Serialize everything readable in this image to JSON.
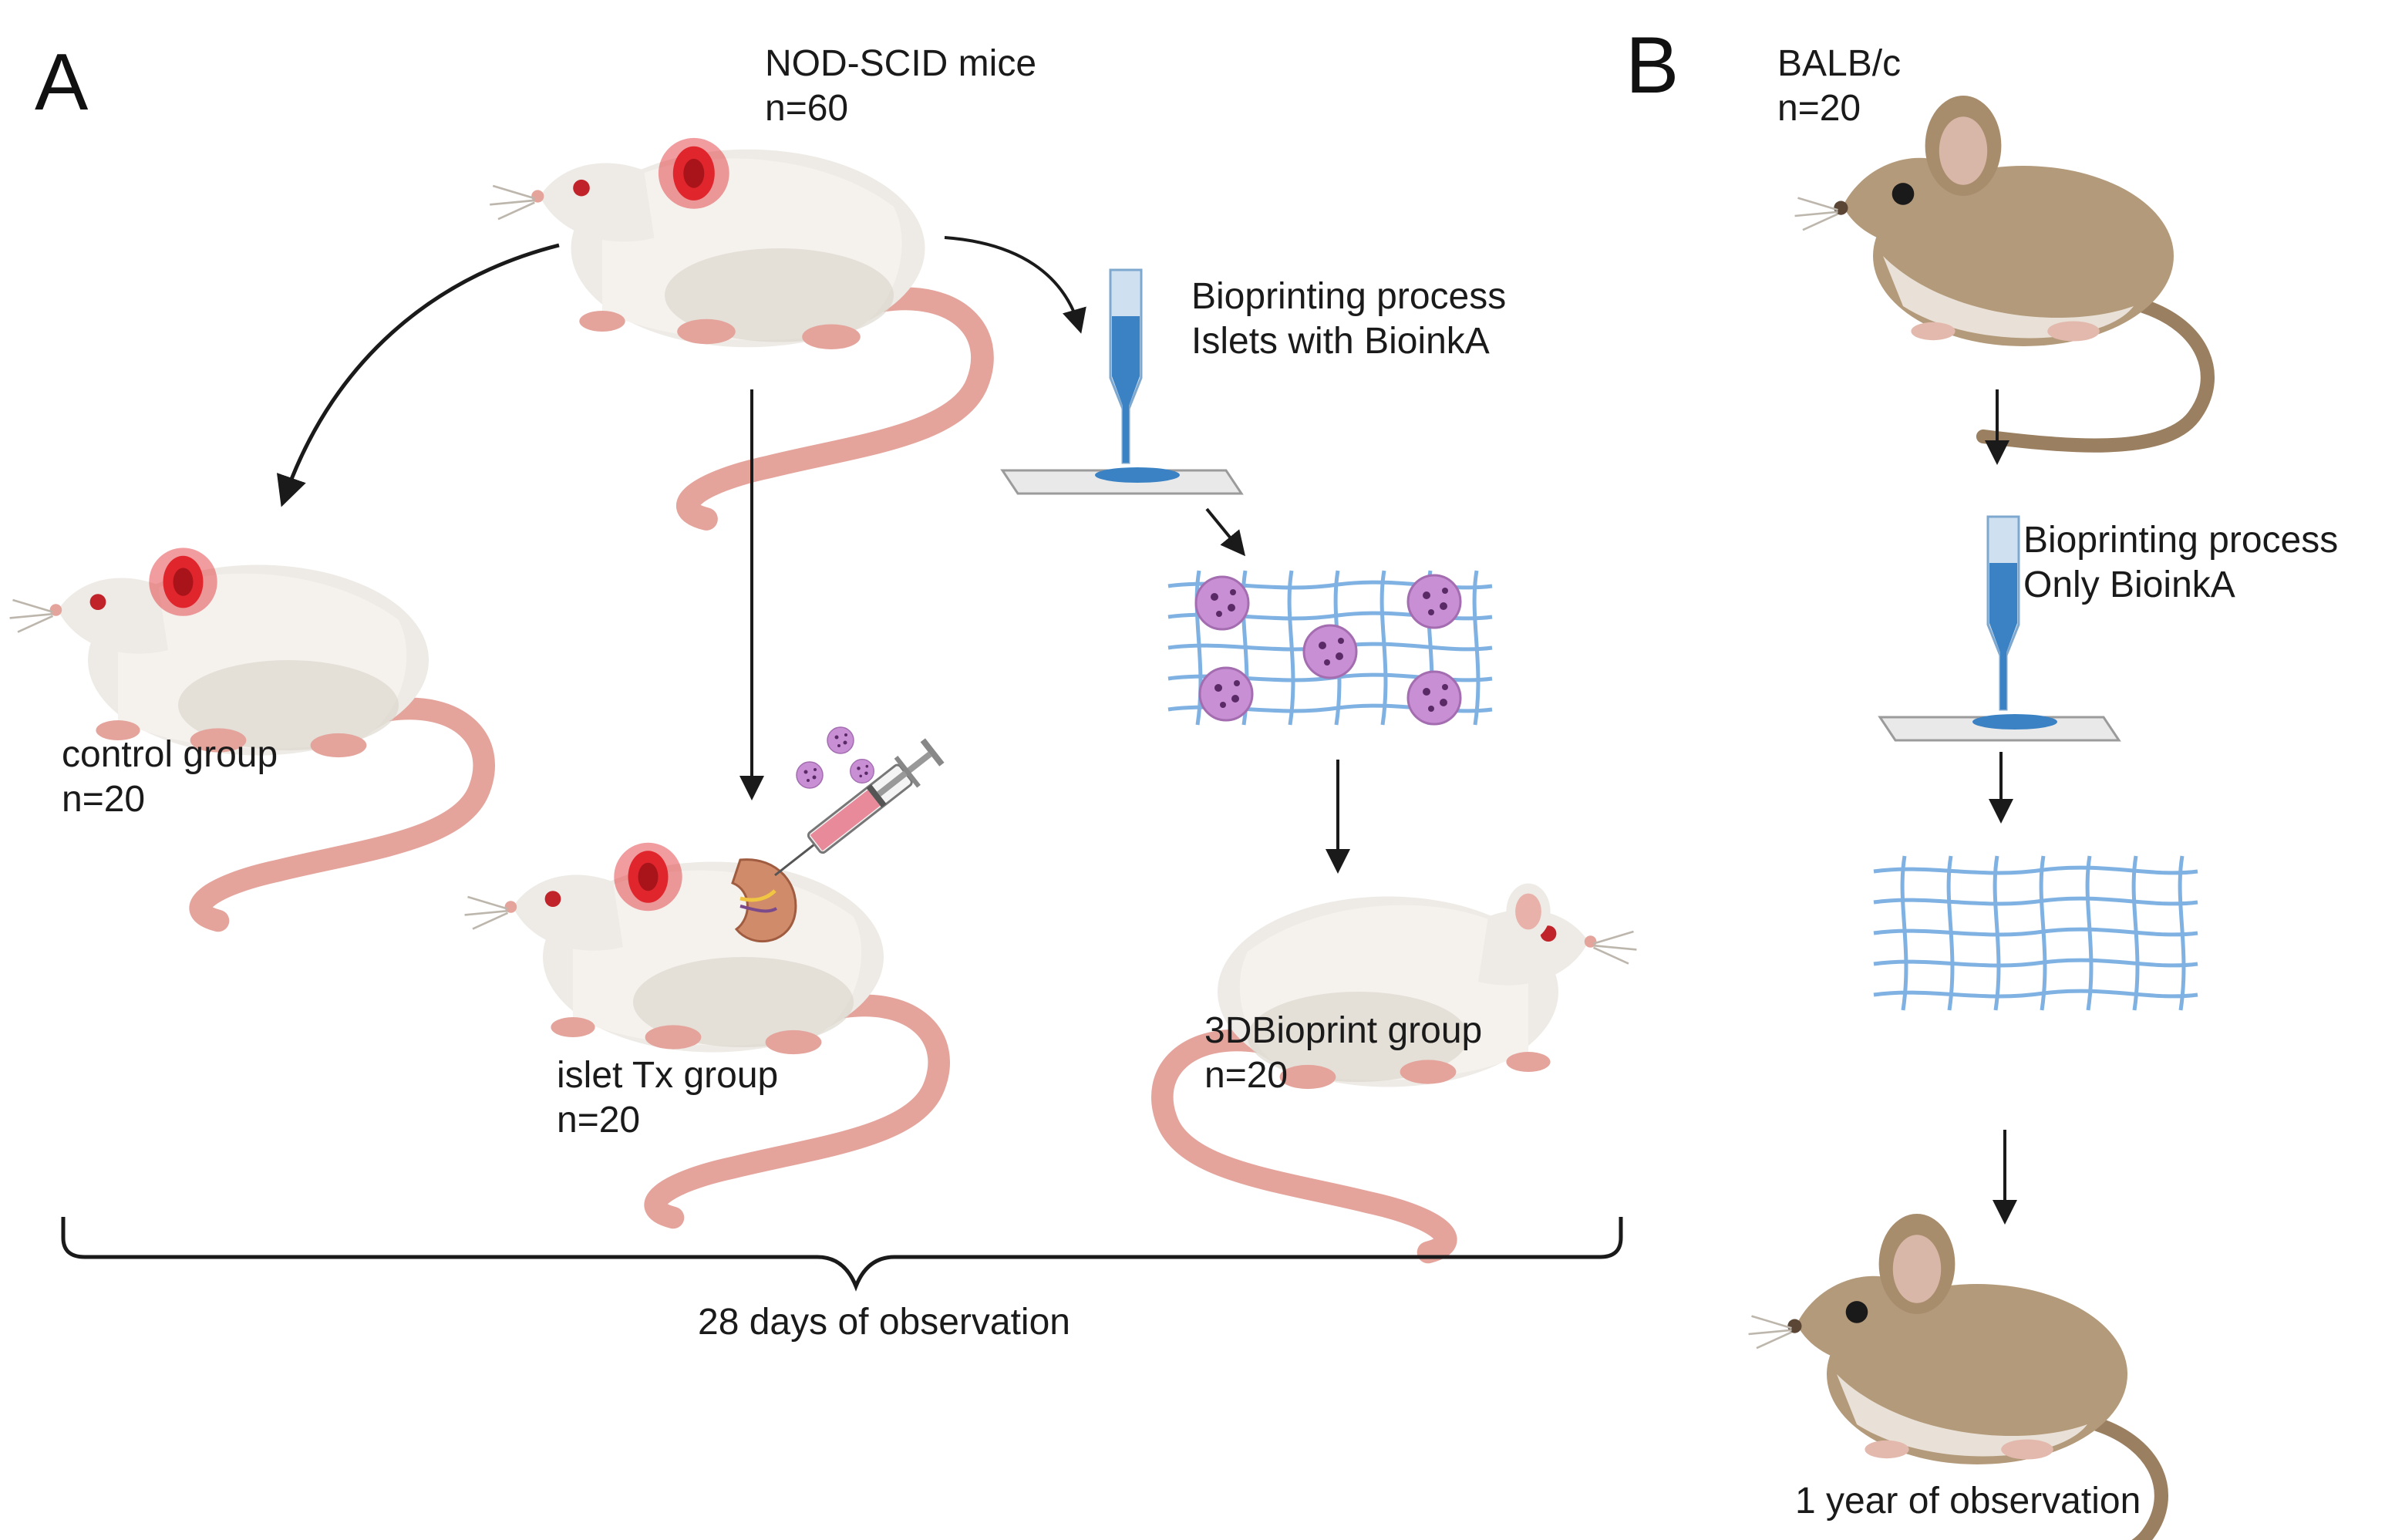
{
  "panels": {
    "a": {
      "letter": "A",
      "source": {
        "strain": "NOD-SCID mice",
        "n": "n=60"
      },
      "bioprint": {
        "line1": "Bioprinting process",
        "line2": "Islets with BioinkA"
      },
      "groups": {
        "control": {
          "name": "control group",
          "n": "n=20"
        },
        "islet": {
          "name": "islet Tx group",
          "n": "n=20"
        },
        "bioprint": {
          "name": "3DBioprint group",
          "n": "n=20"
        }
      },
      "observation": "28 days of observation"
    },
    "b": {
      "letter": "B",
      "source": {
        "strain": "BALB/c",
        "n": "n=20"
      },
      "bioprint": {
        "line1": "Bioprinting process",
        "line2": "Only BioinkA"
      },
      "observation": "1 year of observation"
    }
  },
  "colors": {
    "white_mouse": "#eeebe6",
    "white_mouse_shade": "#d9d3ca",
    "brown_mouse": "#b39a7a",
    "brown_mouse_belly": "#e9e1d7",
    "tail_pink": "#e4a49c",
    "red_ear": "#e0262c",
    "bioink_blue": "#3b82c4",
    "scaffold_blue": "#7fb1e2",
    "islet_purple": "#c98fd4",
    "syringe_fill": "#e88a9a",
    "arrow": "#1a1a1a"
  },
  "icons": [
    "mouse-icon",
    "nozzle-icon",
    "scaffold-icon",
    "syringe-icon",
    "kidney-icon",
    "arrow-icon",
    "brace-icon"
  ]
}
